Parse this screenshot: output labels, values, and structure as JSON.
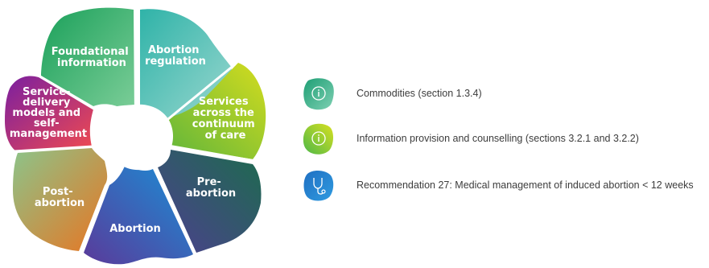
{
  "diagram": {
    "petals": [
      {
        "id": "foundational-information",
        "lines": [
          "Foundational",
          "information"
        ],
        "colors": [
          "#1aa05a",
          "#7fcf9a"
        ]
      },
      {
        "id": "abortion-regulation",
        "lines": [
          "Abortion",
          "regulation"
        ],
        "colors": [
          "#2fb3a8",
          "#9ad7cf"
        ]
      },
      {
        "id": "services-across-continuum",
        "lines": [
          "Services",
          "across the",
          "continuum",
          "of care"
        ],
        "colors": [
          "#5cb43c",
          "#d4dc1e"
        ]
      },
      {
        "id": "pre-abortion",
        "lines": [
          "Pre-",
          "abortion"
        ],
        "colors": [
          "#1d6b4e",
          "#4d3f8f"
        ]
      },
      {
        "id": "abortion",
        "lines": [
          "Abortion"
        ],
        "colors": [
          "#5a3a9a",
          "#1a8fd6"
        ]
      },
      {
        "id": "post-abortion",
        "lines": [
          "Post-",
          "abortion"
        ],
        "colors": [
          "#8cc48a",
          "#e87522"
        ]
      },
      {
        "id": "service-delivery",
        "lines": [
          "Service-",
          "delivery",
          "models and",
          "self-",
          "management"
        ],
        "colors": [
          "#7a1fa0",
          "#f04a50"
        ]
      }
    ]
  },
  "legend": [
    {
      "text": "Commodities (section 1.3.4)",
      "icon": "info-icon",
      "colors": [
        "#1e9e74",
        "#7ed0b3"
      ]
    },
    {
      "text": "Information provision and counselling (sections 3.2.1 and 3.2.2)",
      "icon": "info-icon",
      "colors": [
        "#4db848",
        "#d8e020"
      ]
    },
    {
      "text": "Recommendation 27: Medical management of induced abortion < 12 weeks",
      "icon": "stethoscope-icon",
      "colors": [
        "#1f6fc2",
        "#2f9be0"
      ]
    }
  ]
}
